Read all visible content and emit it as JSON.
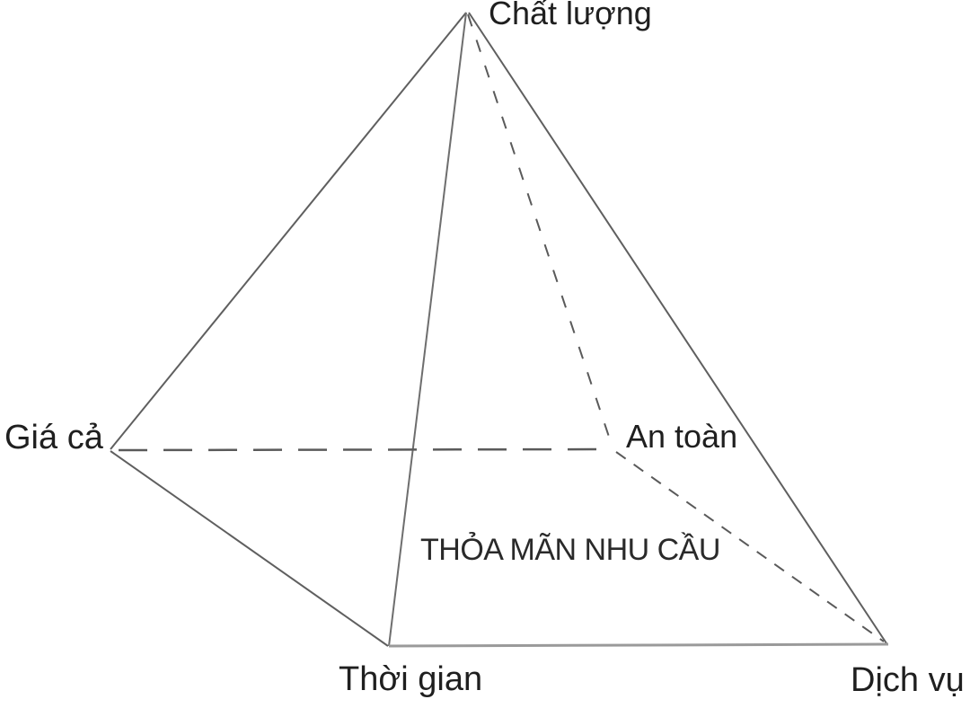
{
  "diagram": {
    "type": "pyramid",
    "center_text": "THỎA MÃN NHU CẦU",
    "vertices": {
      "apex": {
        "label": "Chất lượng"
      },
      "left": {
        "label": "Giá cả"
      },
      "back": {
        "label": "An toàn"
      },
      "front": {
        "label": "Thời gian"
      },
      "right": {
        "label": "Dịch vụ"
      }
    },
    "colors": {
      "background": "#ffffff",
      "edge_line": "#5f5f5f",
      "edge_line_front": "#6e6e6e",
      "edge_line_base": "#9a9a9a",
      "edge_line_hidden": "#5a5a5a",
      "text": "#1f1f1f"
    }
  }
}
